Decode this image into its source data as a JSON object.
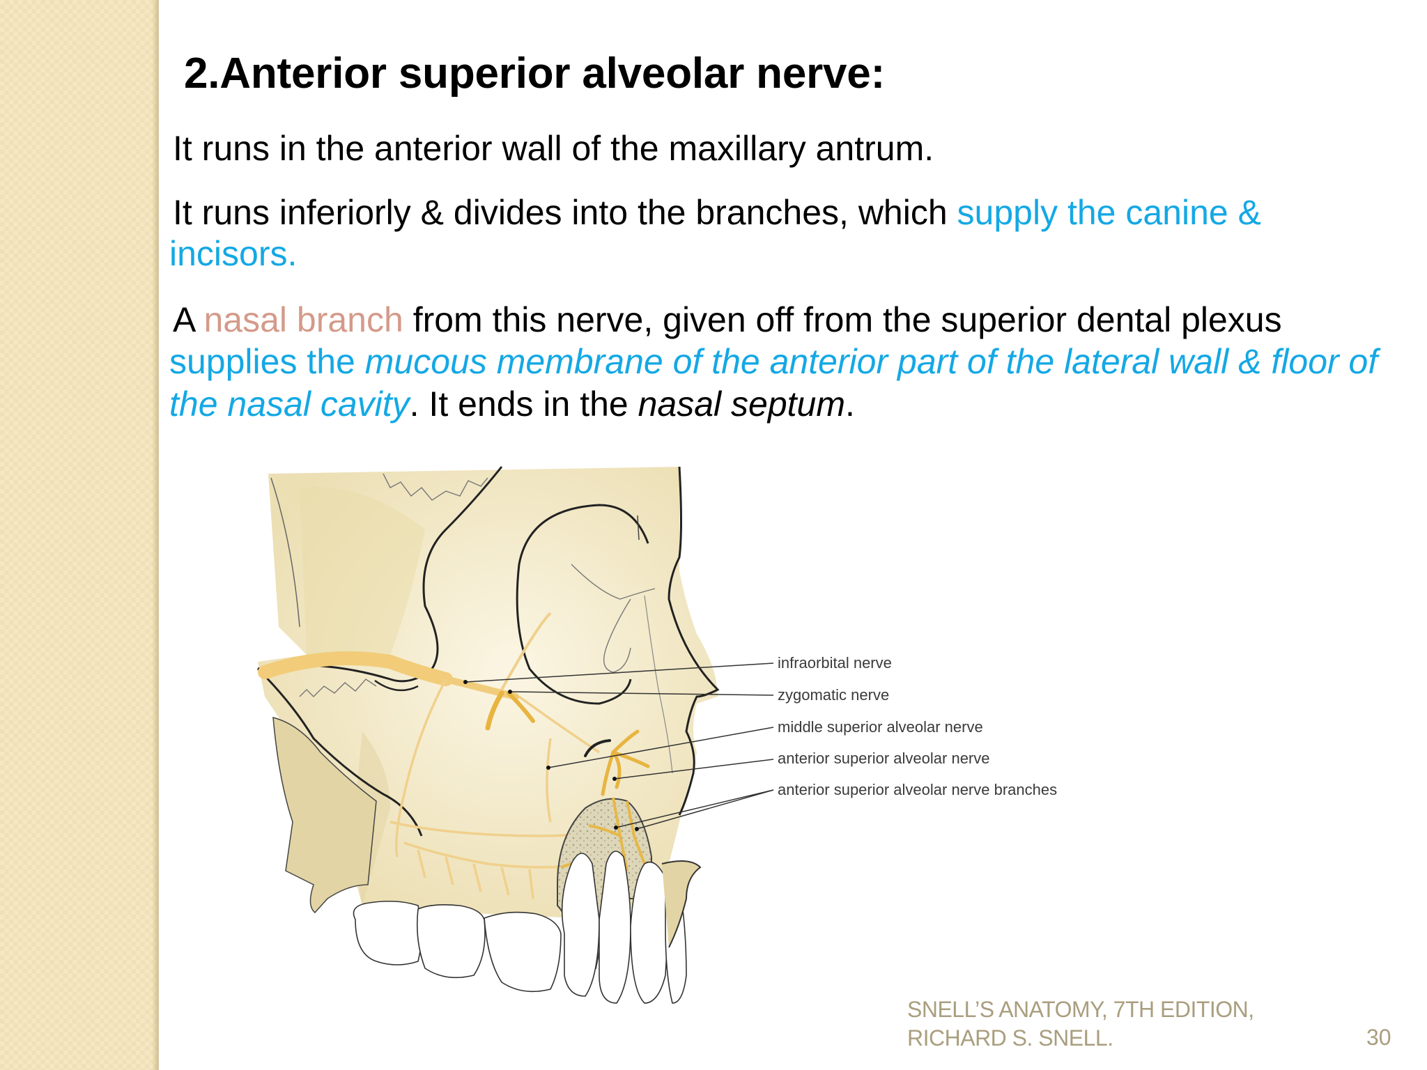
{
  "slide": {
    "title": "2.Anterior superior alveolar nerve:",
    "paragraphs": {
      "p1": {
        "line1": "It runs in the anterior wall of the maxillary antrum."
      },
      "p2": {
        "line1_plain": "It runs inferiorly & divides into the branches, which ",
        "line1_blue": "supply the canine &",
        "line2_blue": "incisors."
      },
      "p3": {
        "line1_a": "A ",
        "line1_salmon": "nasal branch",
        "line1_plain": " from this nerve, given off from the superior dental plexus",
        "line2_blue": "supplies the ",
        "line2_blue_italic": "mucous membrane of the anterior part of the lateral wall & floor of",
        "line3_blue_italic": "the nasal cavity",
        "line3_plain": ". It ends in the ",
        "line3_italic": "nasal septum",
        "line3_end": "."
      }
    },
    "figure": {
      "labels": [
        "infraorbital nerve",
        "zygomatic nerve",
        "middle superior alveolar nerve",
        "anterior superior alveolar nerve",
        "anterior superior alveolar nerve branches"
      ]
    },
    "footer": {
      "citation_line1": "SNELL’S ANATOMY, 7TH EDITION,",
      "citation_line2": "RICHARD S. SNELL.",
      "page_number": "30"
    },
    "colors": {
      "highlight_blue": "#14a8e4",
      "highlight_salmon": "#d49a8a",
      "footer_text": "#a99e7e",
      "sidebar": "#f6e7c3"
    }
  }
}
